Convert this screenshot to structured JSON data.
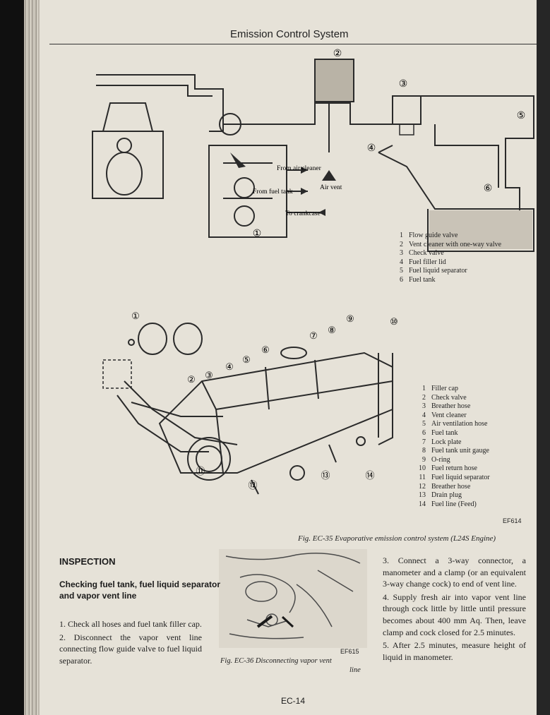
{
  "header": {
    "title": "Emission Control System"
  },
  "figure1": {
    "callouts": [
      "①",
      "②",
      "③",
      "④",
      "⑤",
      "⑥"
    ],
    "labels": {
      "from_air_cleaner": "From air cleaner",
      "from_fuel_tank": "From fuel tank",
      "to_crankcase": "To crankcase",
      "air_vent": "Air vent"
    },
    "legend": [
      {
        "n": "1",
        "t": "Flow guide valve"
      },
      {
        "n": "2",
        "t": "Vent cleaner with one-way valve"
      },
      {
        "n": "3",
        "t": "Check valve"
      },
      {
        "n": "4",
        "t": "Fuel filler lid"
      },
      {
        "n": "5",
        "t": "Fuel liquid separator"
      },
      {
        "n": "6",
        "t": "Fuel tank"
      }
    ]
  },
  "figure2": {
    "callouts": [
      "①",
      "②",
      "③",
      "④",
      "⑤",
      "⑥",
      "⑦",
      "⑧",
      "⑨",
      "⑩",
      "⑪",
      "⑫",
      "⑬",
      "⑭"
    ],
    "legend": [
      {
        "n": "1",
        "t": "Filler cap"
      },
      {
        "n": "2",
        "t": "Check valve"
      },
      {
        "n": "3",
        "t": "Breather hose"
      },
      {
        "n": "4",
        "t": "Vent cleaner"
      },
      {
        "n": "5",
        "t": "Air ventilation hose"
      },
      {
        "n": "6",
        "t": "Fuel tank"
      },
      {
        "n": "7",
        "t": "Lock plate"
      },
      {
        "n": "8",
        "t": "Fuel tank unit gauge"
      },
      {
        "n": "9",
        "t": "O-ring"
      },
      {
        "n": "10",
        "t": "Fuel return hose"
      },
      {
        "n": "11",
        "t": "Fuel liquid separator"
      },
      {
        "n": "12",
        "t": "Breather hose"
      },
      {
        "n": "13",
        "t": "Drain plug"
      },
      {
        "n": "14",
        "t": "Fuel line (Feed)"
      }
    ],
    "code": "EF614",
    "caption": "Fig. EC-35  Evaporative emission control system (L24S Engine)"
  },
  "figure3": {
    "code": "EF615",
    "caption_line1": "Fig. EC-36  Disconnecting vapor vent",
    "caption_line2": "line"
  },
  "inspection": {
    "heading": "INSPECTION",
    "subheading": "Checking fuel tank, fuel liquid separator and vapor vent line",
    "steps_left": [
      "1.   Check all hoses and fuel tank filler cap.",
      "2.   Disconnect the vapor vent line connecting flow guide valve to fuel liquid separator."
    ],
    "steps_right": [
      "3.   Connect a 3-way connector, a manometer and a clamp (or an equivalent 3-way change cock) to end of vent line.",
      "4.   Supply fresh air into vapor vent line through cock little by little until pressure becomes about 400 mm Aq. Then, leave clamp and cock closed for 2.5 minutes.",
      "5.   After 2.5 minutes, measure height of liquid in manometer."
    ]
  },
  "footer": {
    "page": "EC-14"
  }
}
